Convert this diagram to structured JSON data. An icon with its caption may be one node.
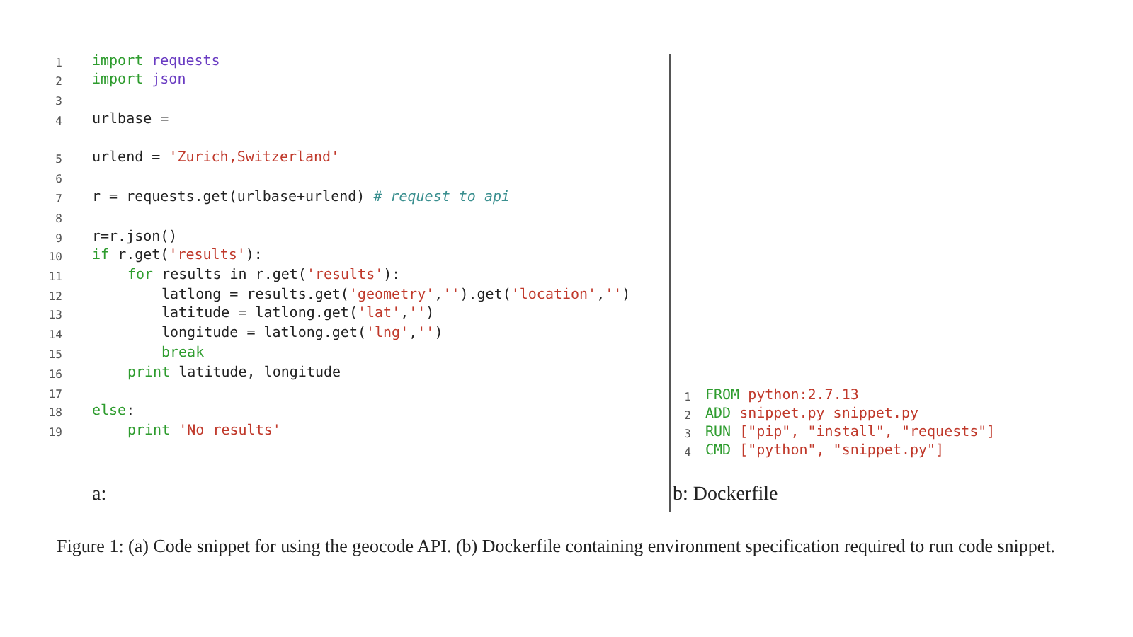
{
  "diagram": {
    "caption": "Figure 1: (a) Code snippet for using the geocode API. (b) Dockerfile containing environment specification required to run code snippet.",
    "labels": [
      "1",
      "import requests",
      "2",
      "import json",
      "3",
      "4",
      "urlbase =",
      "5",
      "urlend = 'Zurich,Switzerland'",
      "6",
      "7",
      "r = requests.get(urlbase+urlend) # request to api",
      "8",
      "9",
      "r=r.json()",
      "10",
      "if r.get('results'):",
      "11",
      "for results in r.get('results'):",
      "12",
      "latlong = results.get('geometry','').get('location','')",
      "13",
      "latitude = latlong.get('lat','')",
      "14",
      "longitude = latlong.get('lng','')",
      "15",
      "break",
      "16",
      "print latitude, longitude",
      "17",
      "18",
      "else:",
      "19",
      "print 'No results'",
      "a:",
      "1",
      "FROM python:2.7.13",
      "2",
      "ADD snippet.py snippet.py",
      "3",
      "RUN [\"pip\", \"install\", \"requests\"]",
      "4",
      "CMD [\"python\", \"snippet.py\"]",
      "b: Dockerfile"
    ]
  }
}
